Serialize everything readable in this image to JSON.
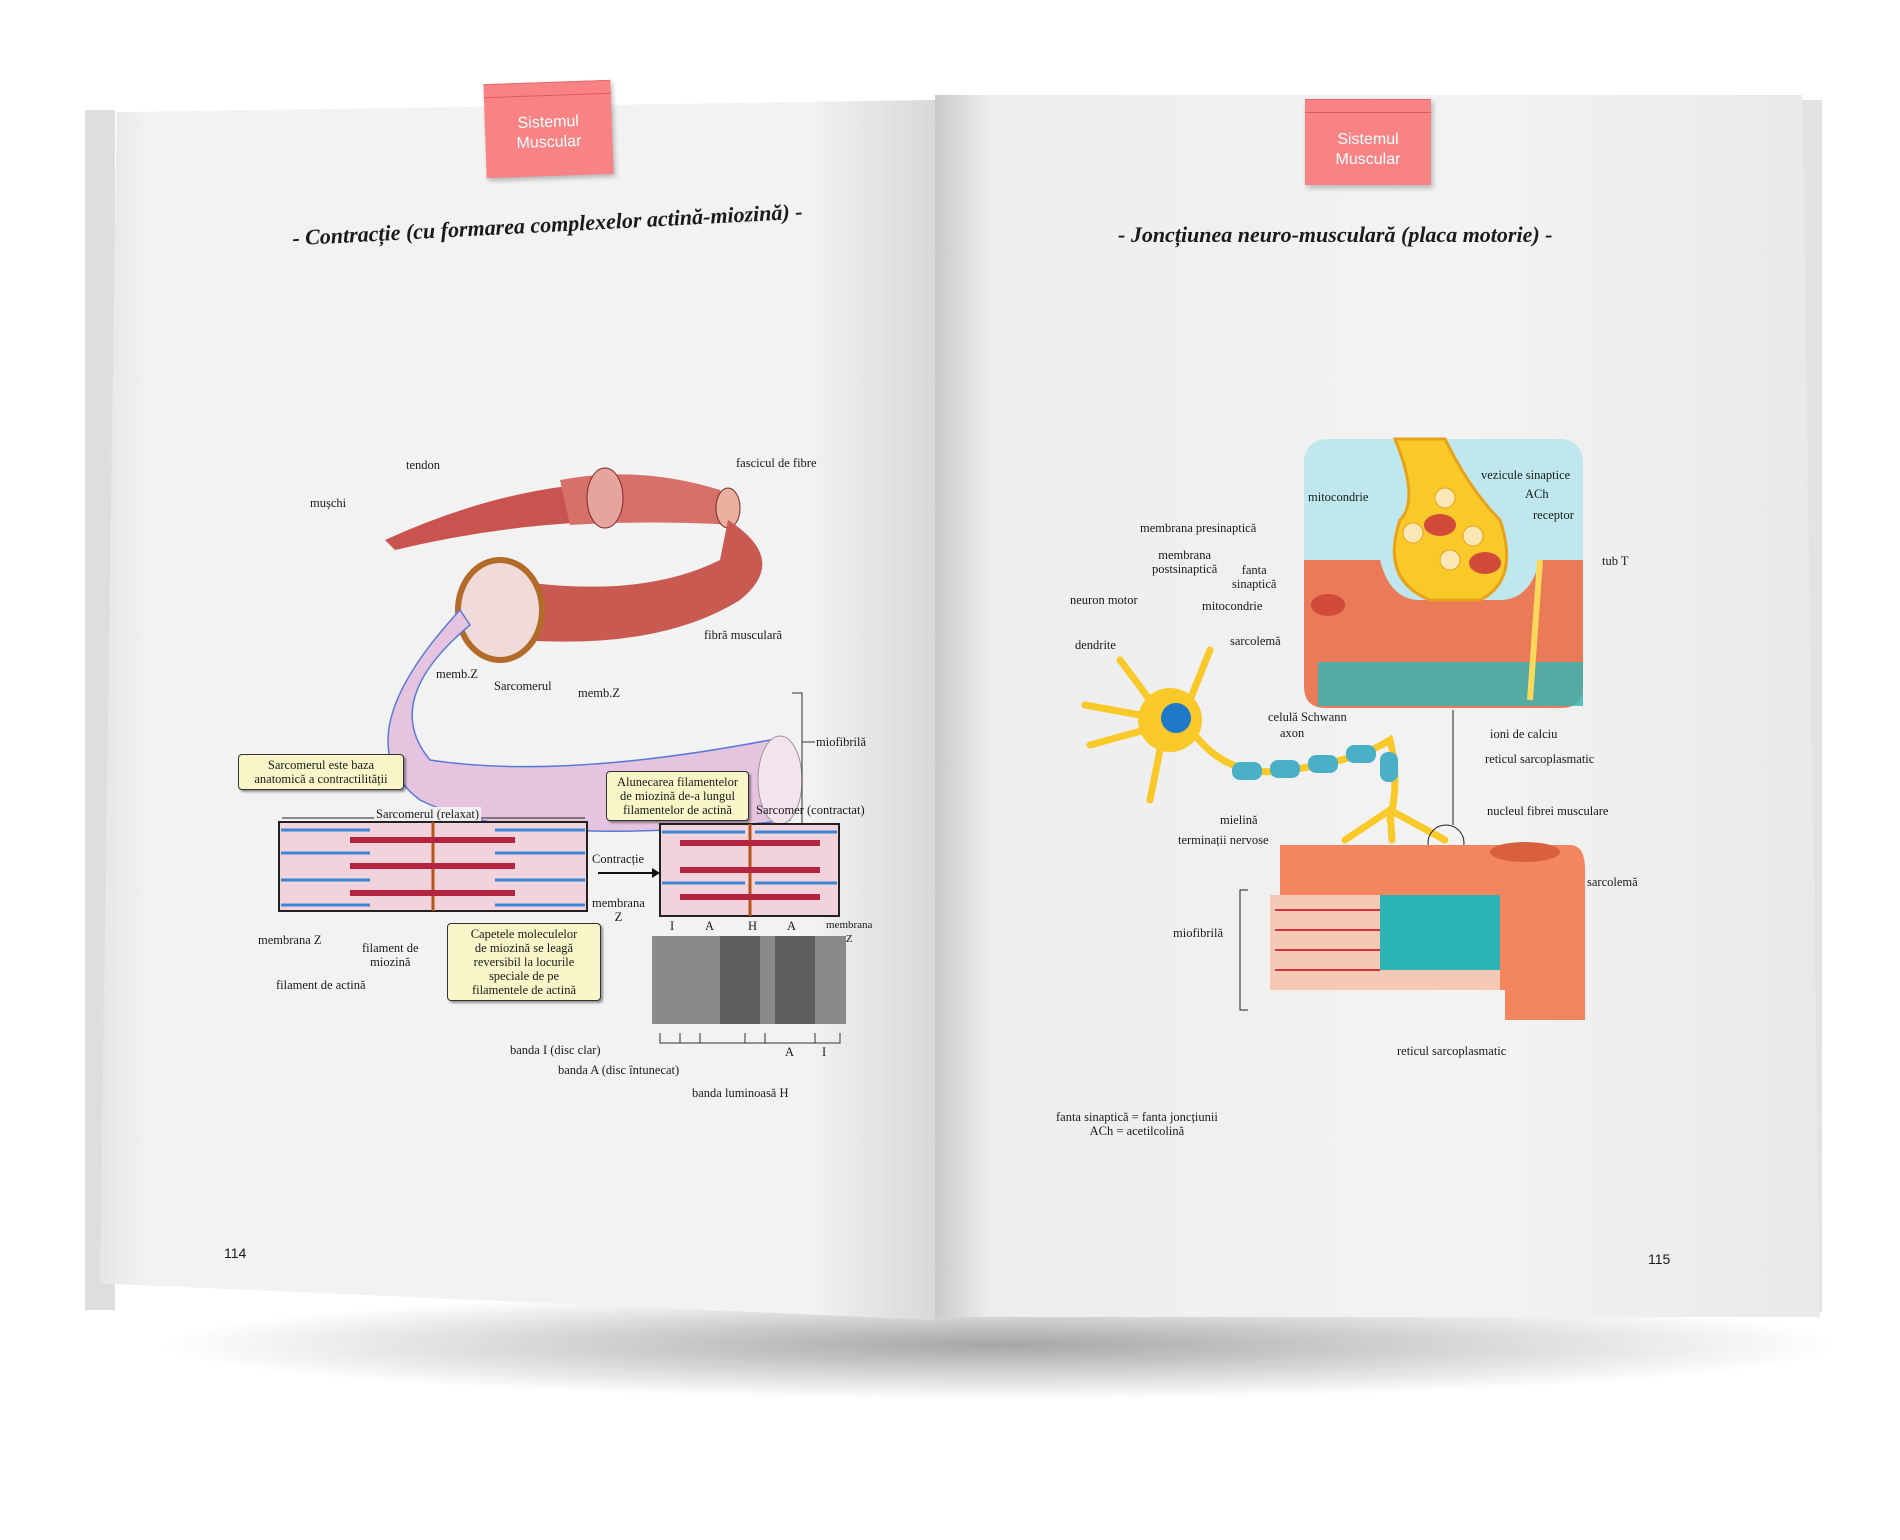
{
  "colors": {
    "tab": "#f98384",
    "muscle": "#c9534f",
    "synapse_bg": "#bfe8ee",
    "neuron": "#f9c92a",
    "fiber": "#f4865f",
    "reticulum": "#2bb3b6"
  },
  "left_page": {
    "tab": {
      "line1": "Sistemul",
      "line2": "Muscular"
    },
    "title": "- Contracție (cu formarea complexelor actină-miozină) -",
    "labels": {
      "tendon": "tendon",
      "muschi": "mușchi",
      "fascicul": "fascicul de fibre",
      "fibra": "fibră musculară",
      "membz1": "memb.Z",
      "sarcomerul": "Sarcomerul",
      "membz2": "memb.Z",
      "miofibrila": "miofibrilă",
      "relaxat": "Sarcomerul (relaxat)",
      "contractat": "Sarcomer (contractat)",
      "contractie": "Contracție",
      "membrana_z_mid_1": "membrana",
      "membrana_z_mid_2": "Z",
      "band_i": "I",
      "band_a1": "A",
      "band_h": "H",
      "band_a2": "A",
      "membrana_z_right_1": "membrana",
      "membrana_z_right_2": "Z",
      "membrana_z": "membrana Z",
      "filament_miozina_1": "filament de",
      "filament_miozina_2": "miozină",
      "filament_actina": "filament de actină",
      "banda_i": "banda I (disc clar)",
      "banda_a": "banda A (disc întunecat)",
      "banda_h": "banda luminoasă H",
      "scale_a": "A",
      "scale_i": "I"
    },
    "callouts": {
      "baza": [
        "Sarcomerul este baza",
        "anatomică a contractilității"
      ],
      "alunecare": [
        "Alunecarea filamentelor",
        "de miozină de-a lungul",
        "filamentelor de actină"
      ],
      "capete": [
        "Capetele moleculelor",
        "de miozină se leagă",
        "reversibil la locurile",
        "speciale de pe",
        "filamentele de actină"
      ]
    },
    "page_number": "114"
  },
  "right_page": {
    "tab": {
      "line1": "Sistemul",
      "line2": "Muscular"
    },
    "title": "- Joncțiunea neuro-musculară (placa motorie) -",
    "labels": {
      "mitocondrie_top": "mitocondrie",
      "vezicule": "vezicule sinaptice",
      "ach": "ACh",
      "receptor": "receptor",
      "presinaptica": "membrana presinaptică",
      "postsinaptica_1": "membrana",
      "postsinaptica_2": "postsinaptică",
      "fanta_1": "fanta",
      "fanta_2": "sinaptică",
      "tub_t": "tub T",
      "neuron_motor": "neuron motor",
      "mitocondrie": "mitocondrie",
      "sarcolema_top": "sarcolemă",
      "dendrite": "dendrite",
      "schwann": "celulă Schwann",
      "axon": "axon",
      "ioni": "ioni de calciu",
      "reticul_top": "reticul sarcoplasmatic",
      "mielina": "mielină",
      "nucleul": "nucleul fibrei musculare",
      "terminatii": "terminații nervose",
      "sarcolema": "sarcolemă",
      "miofibrila": "miofibrilă",
      "reticul": "reticul sarcoplasmatic"
    },
    "notes": [
      "fanta sinaptică = fanta joncțiunii",
      "ACh = acetilcolină"
    ],
    "page_number": "115"
  }
}
